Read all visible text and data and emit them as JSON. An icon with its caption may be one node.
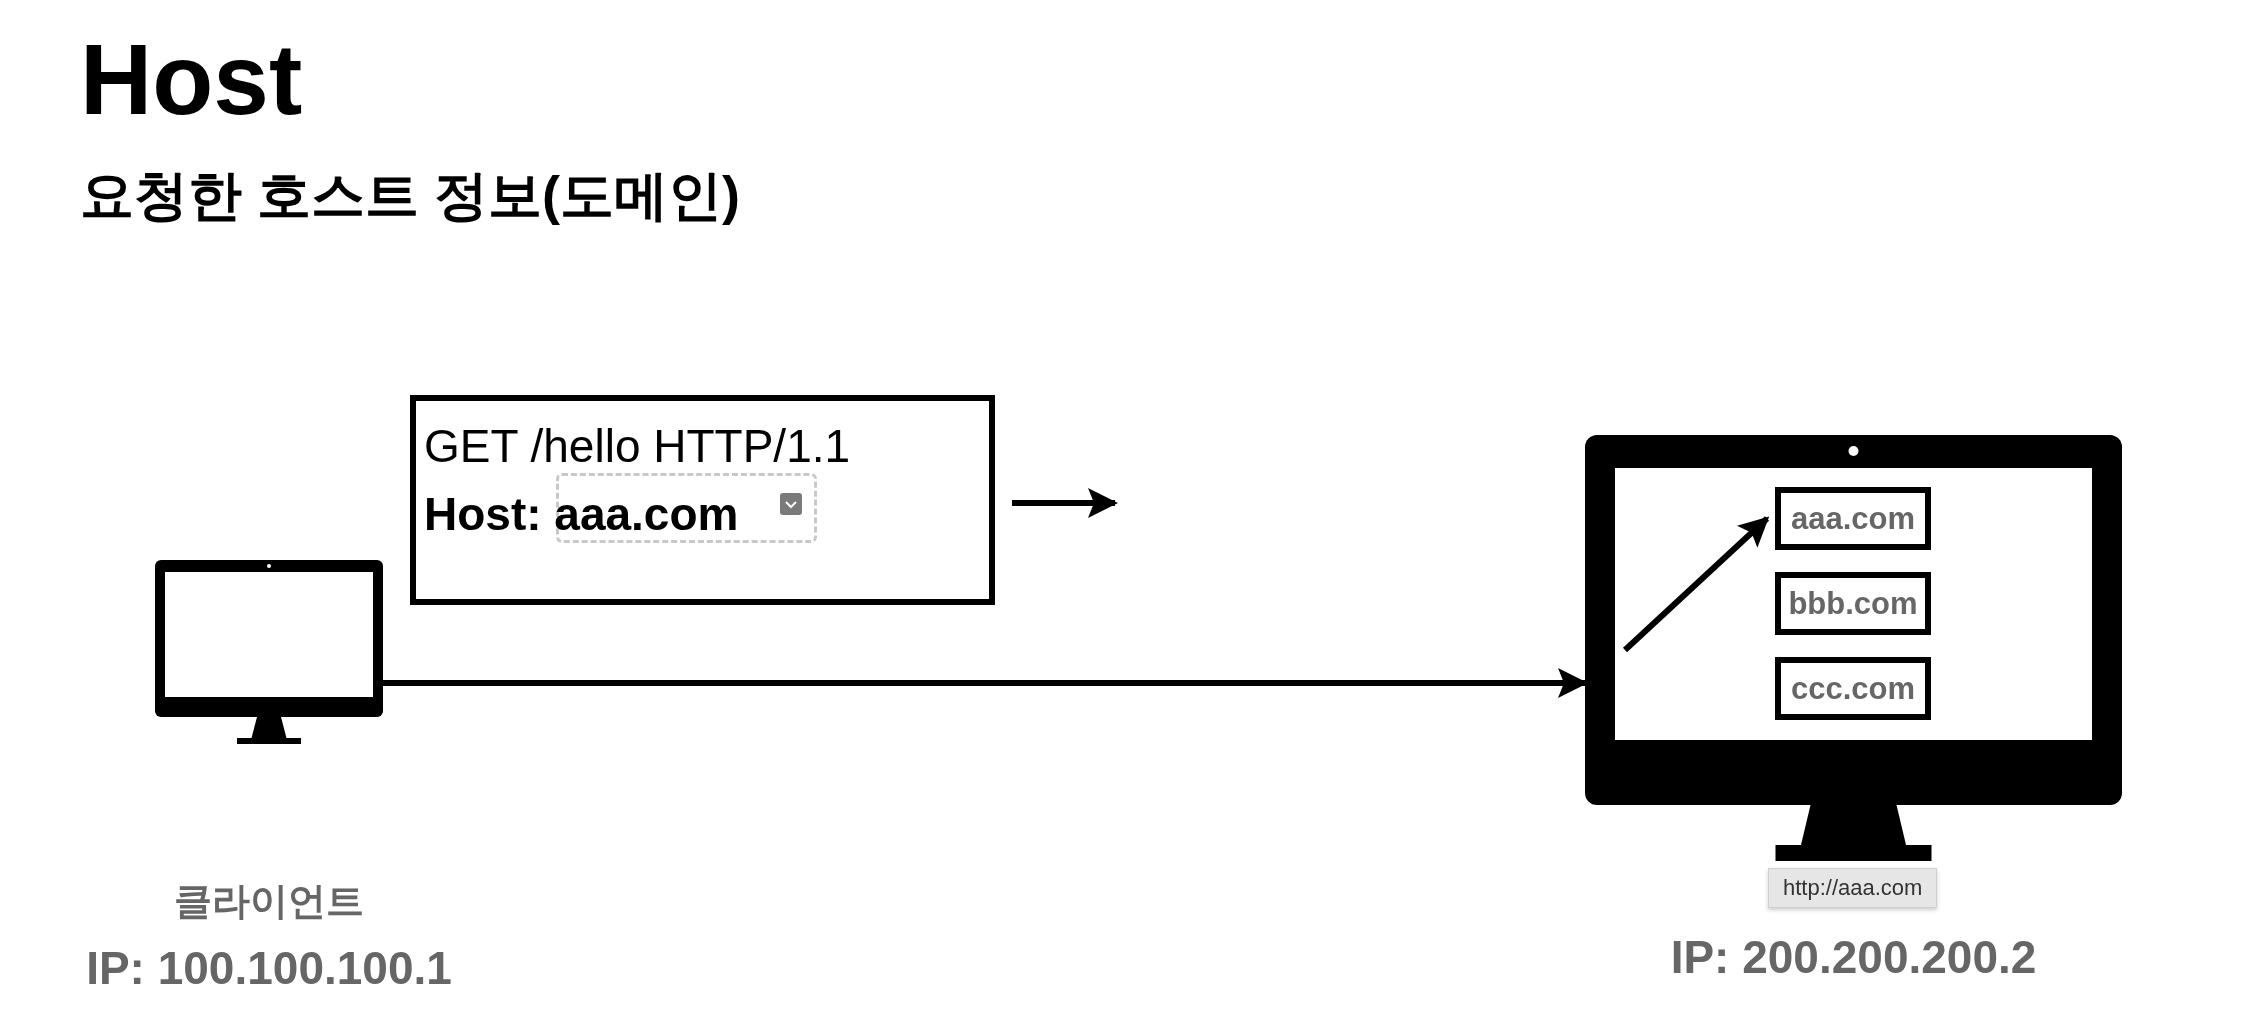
{
  "diagram": {
    "title": "Host",
    "nodes": [
      {
        "text": [],
        "shape": "picture",
        "beside": [
          "클라이언트",
          "IP: 100.100.100.1"
        ]
      },
      {
        "text": [
          "GET /hello HTTP/1.1",
          "Host: aaa.com"
        ]
      },
      {
        "text": [],
        "shape": "picture",
        "beside": [
          "IP: 200.200.200.2"
        ]
      },
      {
        "text": [
          "aaa.com"
        ],
        "in": 2
      },
      {
        "text": [
          "bbb.com"
        ],
        "in": 2
      },
      {
        "text": [
          "ccc.com"
        ],
        "in": 2
      }
    ],
    "edges": [
      {
        "from": 0,
        "to": 2,
        "arrow": "to"
      },
      {
        "from": null,
        "to": 3,
        "arrow": "to"
      }
    ],
    "labels": [
      "요청한 호스트 정보(도메인)",
      "http://aaa.com"
    ]
  }
}
